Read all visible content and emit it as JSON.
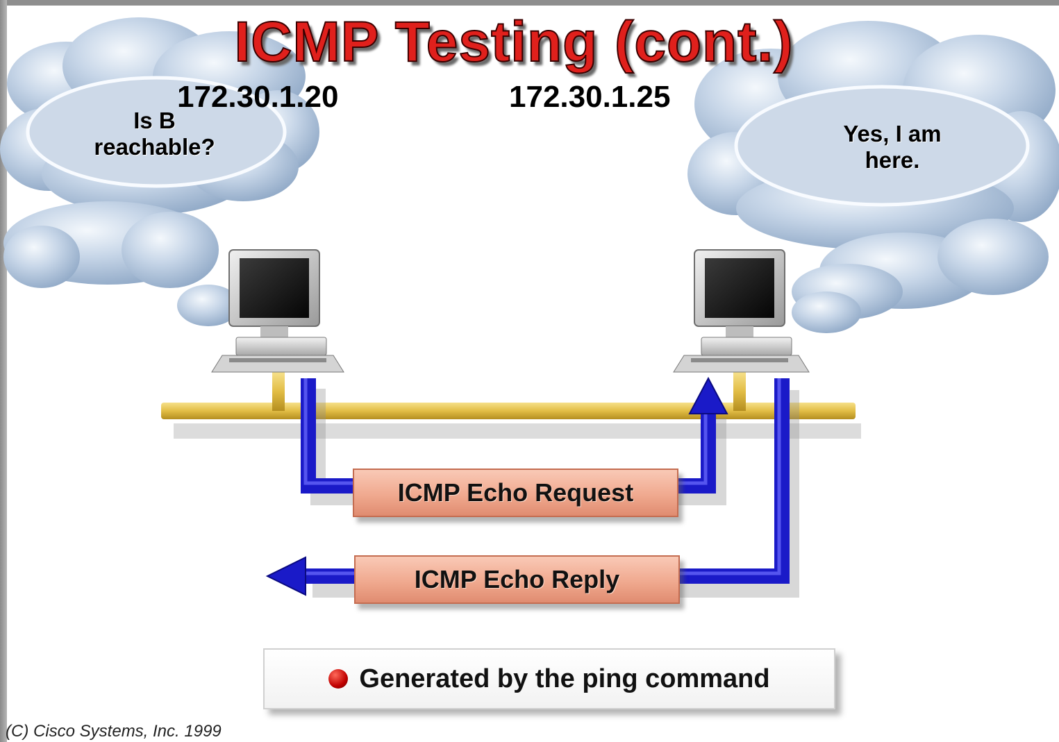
{
  "title": "ICMP Testing (cont.)",
  "hosts": {
    "left": {
      "ip": "172.30.1.20",
      "thought_line1": "Is B",
      "thought_line2": "reachable?"
    },
    "right": {
      "ip": "172.30.1.25",
      "thought_line1": "Yes, I am",
      "thought_line2": "here."
    }
  },
  "messages": {
    "request": "ICMP Echo Request",
    "reply": "ICMP Echo Reply"
  },
  "legend": {
    "text": "Generated by the ping command"
  },
  "footer": {
    "copyright": "(C) Cisco Systems, Inc. 1999"
  },
  "colors": {
    "title": "#e0201c",
    "network_bus": "#e7c75a",
    "packet_path": "#1a1ac8",
    "label_box": "#f0a98f",
    "cloud": "#a9bfd8"
  }
}
